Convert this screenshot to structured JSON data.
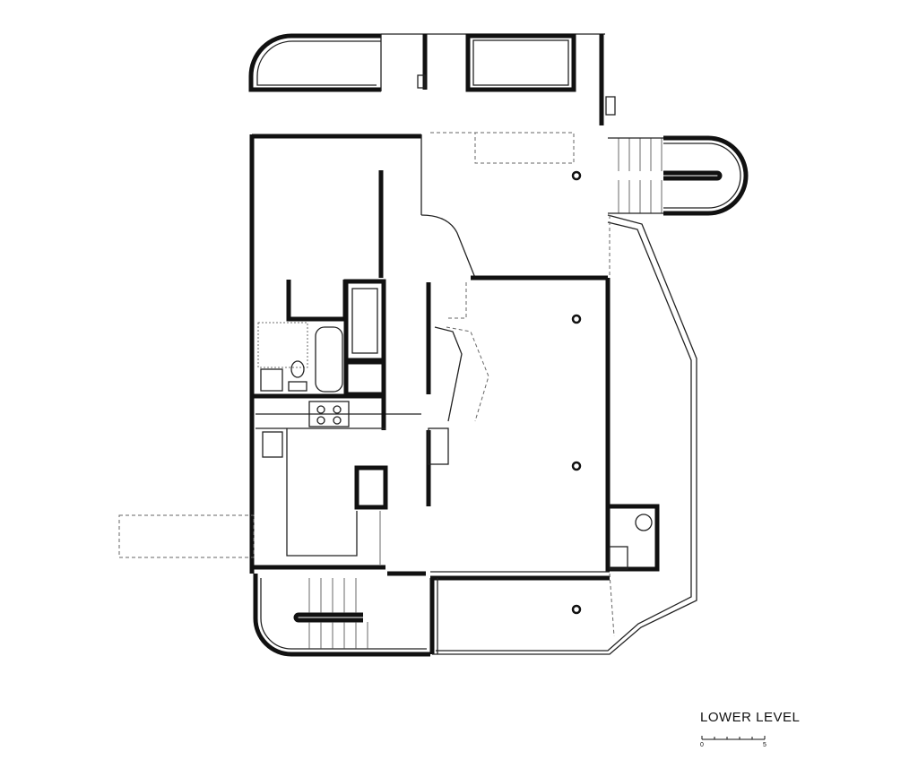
{
  "drawing": {
    "title": "LOWER LEVEL",
    "scale": {
      "start_label": "0",
      "end_label": "5",
      "divisions": 5
    }
  }
}
